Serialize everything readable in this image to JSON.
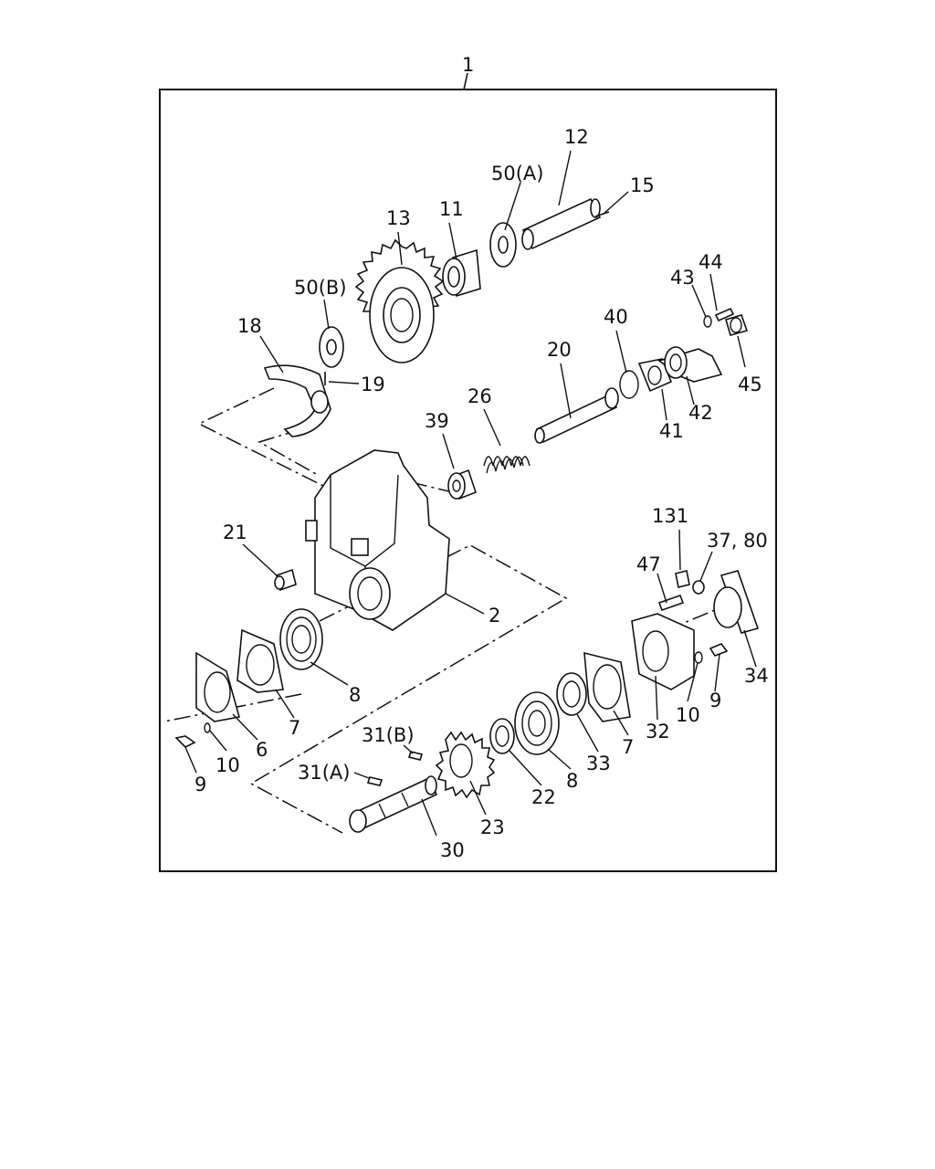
{
  "diagram": {
    "callouts": [
      {
        "id": "1",
        "text": "1"
      },
      {
        "id": "12",
        "text": "12"
      },
      {
        "id": "15",
        "text": "15"
      },
      {
        "id": "50a",
        "text": "50(A)"
      },
      {
        "id": "11",
        "text": "11"
      },
      {
        "id": "13",
        "text": "13"
      },
      {
        "id": "50b",
        "text": "50(B)"
      },
      {
        "id": "18",
        "text": "18"
      },
      {
        "id": "19",
        "text": "19"
      },
      {
        "id": "44",
        "text": "44"
      },
      {
        "id": "43",
        "text": "43"
      },
      {
        "id": "45",
        "text": "45"
      },
      {
        "id": "40",
        "text": "40"
      },
      {
        "id": "20",
        "text": "20"
      },
      {
        "id": "42",
        "text": "42"
      },
      {
        "id": "41",
        "text": "41"
      },
      {
        "id": "26",
        "text": "26"
      },
      {
        "id": "39",
        "text": "39"
      },
      {
        "id": "21",
        "text": "21"
      },
      {
        "id": "2",
        "text": "2"
      },
      {
        "id": "131",
        "text": "131"
      },
      {
        "id": "37_80",
        "text": "37, 80"
      },
      {
        "id": "47",
        "text": "47"
      },
      {
        "id": "34",
        "text": "34"
      },
      {
        "id": "8a",
        "text": "8"
      },
      {
        "id": "7a",
        "text": "7"
      },
      {
        "id": "6",
        "text": "6"
      },
      {
        "id": "10a",
        "text": "10"
      },
      {
        "id": "9a",
        "text": "9"
      },
      {
        "id": "9b",
        "text": "9"
      },
      {
        "id": "10b",
        "text": "10"
      },
      {
        "id": "32",
        "text": "32"
      },
      {
        "id": "7b",
        "text": "7"
      },
      {
        "id": "33",
        "text": "33"
      },
      {
        "id": "8b",
        "text": "8"
      },
      {
        "id": "22",
        "text": "22"
      },
      {
        "id": "23",
        "text": "23"
      },
      {
        "id": "31b",
        "text": "31(B)"
      },
      {
        "id": "31a",
        "text": "31(A)"
      },
      {
        "id": "30",
        "text": "30"
      }
    ]
  }
}
